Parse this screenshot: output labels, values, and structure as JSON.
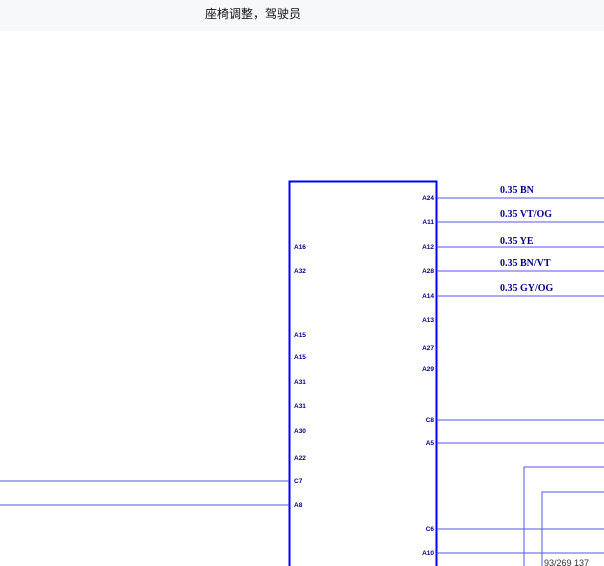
{
  "header": {
    "title": "座椅调整，驾驶员"
  },
  "module": {
    "left_pins": [
      "A16",
      "A32",
      "A15",
      "A15",
      "A31",
      "A31",
      "A30",
      "A22",
      "C7",
      "A8"
    ],
    "right_pins": [
      "A24",
      "A11",
      "A12",
      "A28",
      "A14",
      "A13",
      "A27",
      "A29",
      "C8",
      "A5",
      "C6",
      "A10"
    ]
  },
  "wires": {
    "right_labels": [
      "0.35 BN",
      "0.35 VT/OG",
      "0.35 YE",
      "0.35 BN/VT",
      "0.35 GY/OG"
    ]
  },
  "footnote": "93/269 137",
  "colors": {
    "module_border": "#0000ff",
    "wire": "#5555ee",
    "label": "#00008b"
  }
}
